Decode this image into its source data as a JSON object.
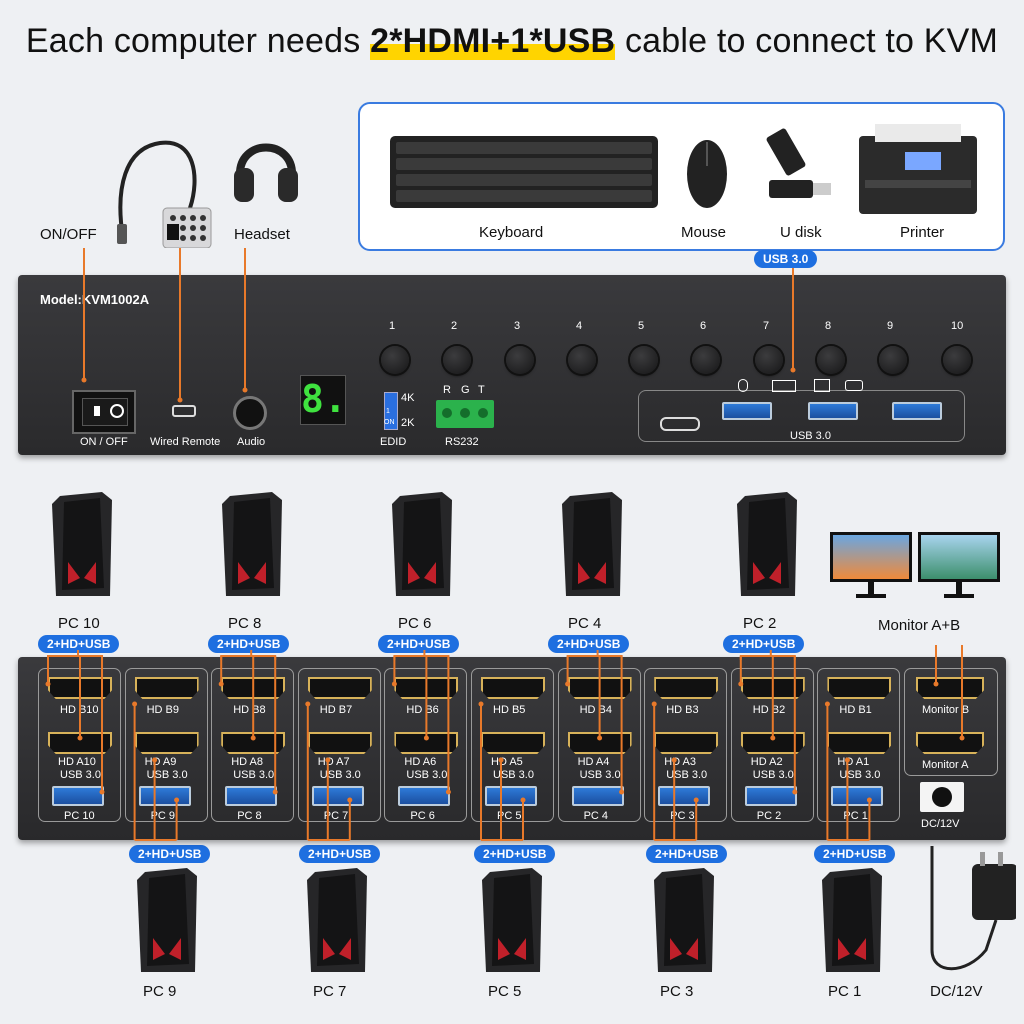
{
  "title": {
    "pre": "Each computer needs ",
    "highlight": "2*HDMI+1*USB",
    "post": " cable to connect to KVM"
  },
  "top_labels": {
    "onoff": "ON/OFF",
    "headset": "Headset"
  },
  "peripherals": {
    "keyboard": "Keyboard",
    "mouse": "Mouse",
    "udisk": "U disk",
    "printer": "Printer",
    "usb_tag": "USB 3.0"
  },
  "kvm_front": {
    "model": "Model:KVM1002A",
    "buttons": [
      "1",
      "2",
      "3",
      "4",
      "5",
      "6",
      "7",
      "8",
      "9",
      "10"
    ],
    "switch_label": "ON / OFF",
    "remote_label": "Wired Remote",
    "audio_label": "Audio",
    "display_digit": "8.",
    "edid": {
      "label": "EDID",
      "opt1": "4K",
      "opt2": "2K",
      "on": "ON",
      "one": "1"
    },
    "rs232": {
      "label": "RS232",
      "pins": [
        "R",
        "G",
        "T"
      ]
    },
    "usb_panel_label": "USB 3.0"
  },
  "pcs_top": [
    "PC 10",
    "PC 8",
    "PC 6",
    "PC 4",
    "PC 2"
  ],
  "pcs_bottom": [
    "PC 9",
    "PC 7",
    "PC 5",
    "PC 3",
    "PC 1"
  ],
  "cable_tag": "2+HD+USB",
  "monitor_label": "Monitor A+B",
  "back_groups": [
    {
      "b": "HD B10",
      "a": "HD A10",
      "usb": "USB 3.0",
      "pc": "PC 10"
    },
    {
      "b": "HD B9",
      "a": "HD A9",
      "usb": "USB 3.0",
      "pc": "PC 9"
    },
    {
      "b": "HD B8",
      "a": "HD A8",
      "usb": "USB 3.0",
      "pc": "PC 8"
    },
    {
      "b": "HD B7",
      "a": "HD A7",
      "usb": "USB 3.0",
      "pc": "PC 7"
    },
    {
      "b": "HD B6",
      "a": "HD A6",
      "usb": "USB 3.0",
      "pc": "PC 6"
    },
    {
      "b": "HD B5",
      "a": "HD A5",
      "usb": "USB 3.0",
      "pc": "PC 5"
    },
    {
      "b": "HD B4",
      "a": "HD A4",
      "usb": "USB 3.0",
      "pc": "PC 4"
    },
    {
      "b": "HD B3",
      "a": "HD A3",
      "usb": "USB 3.0",
      "pc": "PC 3"
    },
    {
      "b": "HD B2",
      "a": "HD A2",
      "usb": "USB 3.0",
      "pc": "PC 2"
    },
    {
      "b": "HD B1",
      "a": "HD A1",
      "usb": "USB 3.0",
      "pc": "PC 1"
    }
  ],
  "monitor_ports": {
    "b": "Monitor B",
    "a": "Monitor A"
  },
  "power": {
    "port_label": "DC/12V",
    "adapter_label": "DC/12V"
  },
  "colors": {
    "accent": "#1e6fe0",
    "cable": "#e8792a",
    "highlight": "#ffd400",
    "device": "#2f2f31"
  }
}
